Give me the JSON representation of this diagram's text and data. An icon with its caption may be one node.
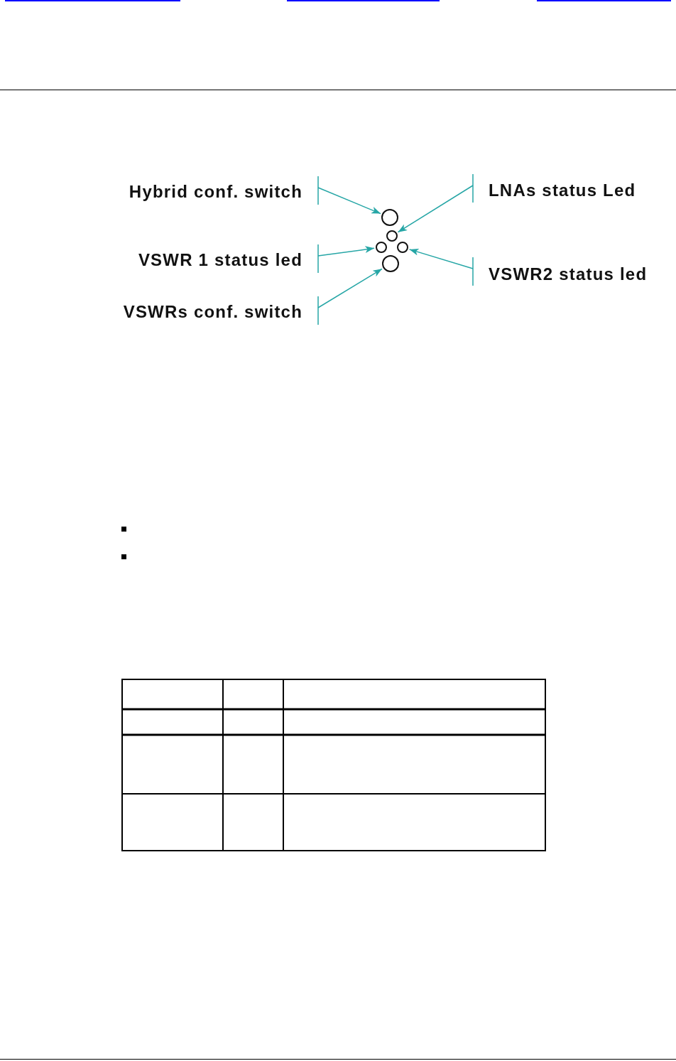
{
  "diagram": {
    "nodes": [
      {
        "text": [
          "Hybrid conf. switch"
        ]
      },
      {
        "text": [
          "LNAs status Led"
        ]
      },
      {
        "text": [
          "VSWR 1 status led"
        ]
      },
      {
        "text": [
          "VSWR2 status led"
        ]
      },
      {
        "text": [
          "VSWRs conf. switch"
        ]
      },
      {
        "text": [],
        "shape": "circle"
      },
      {
        "text": [],
        "shape": "circle"
      },
      {
        "text": [],
        "shape": "circle"
      },
      {
        "text": [],
        "shape": "circle"
      },
      {
        "text": [],
        "shape": "circle"
      }
    ],
    "edges": [
      {
        "from": 0,
        "to": 5,
        "arrow": "to"
      },
      {
        "from": 1,
        "to": 6,
        "arrow": "to"
      },
      {
        "from": 2,
        "to": 7,
        "arrow": "to"
      },
      {
        "from": 3,
        "to": 8,
        "arrow": "to"
      },
      {
        "from": 4,
        "to": 9,
        "arrow": "to"
      }
    ]
  }
}
